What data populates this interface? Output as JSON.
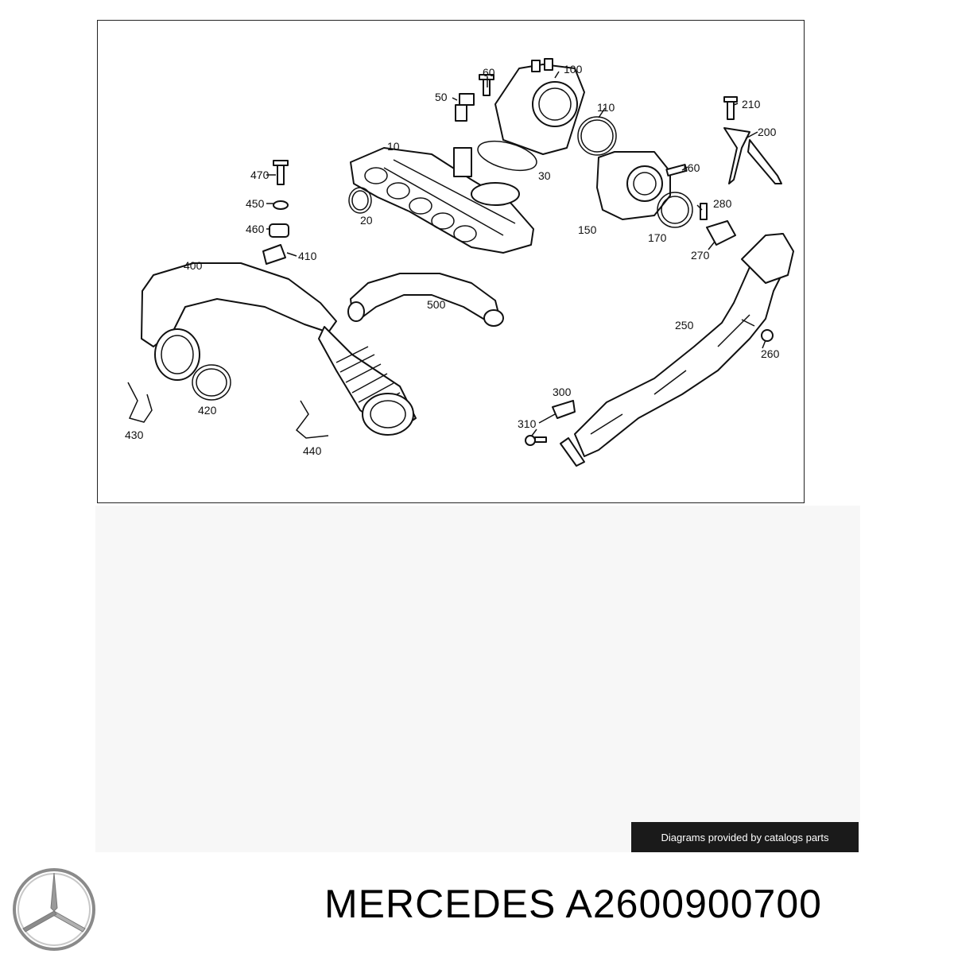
{
  "diagram": {
    "labels": {
      "l10": "10",
      "l20": "20",
      "l30": "30",
      "l50": "50",
      "l60": "60",
      "l100": "100",
      "l110": "110",
      "l150": "150",
      "l160": "160",
      "l170": "170",
      "l200": "200",
      "l210": "210",
      "l250": "250",
      "l260": "260",
      "l270": "270",
      "l280": "280",
      "l300": "300",
      "l310": "310",
      "l400": "400",
      "l410": "410",
      "l420": "420",
      "l430": "430",
      "l440": "440",
      "l450": "450",
      "l460": "460",
      "l470": "470",
      "l500": "500"
    }
  },
  "credit": "Diagrams provided by catalogs parts",
  "brand": "MERCEDES",
  "part_number": "A2600900700",
  "colors": {
    "credit_bg": "#1a1a1a",
    "line": "#111111"
  },
  "logo_icon": "mercedes-star-icon"
}
